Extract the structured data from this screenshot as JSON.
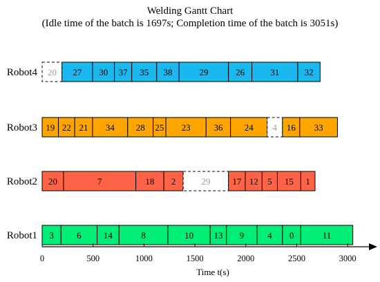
{
  "chart_data": {
    "type": "gantt",
    "title": "Welding Gantt Chart",
    "subtitle": "(Idle time of the batch is 1697s; Completion time of the batch is 3051s)",
    "xlabel": "Time t(s)",
    "xlim": [
      0,
      3250
    ],
    "xticks": [
      0,
      500,
      1000,
      1500,
      2000,
      2500,
      3000
    ],
    "rows": [
      {
        "name": "Robot4",
        "color": "#1ab8ef",
        "tasks": [
          {
            "label": "20",
            "start": 0,
            "end": 195,
            "idle": true
          },
          {
            "label": "27",
            "start": 195,
            "end": 495
          },
          {
            "label": "30",
            "start": 495,
            "end": 710
          },
          {
            "label": "37",
            "start": 710,
            "end": 880
          },
          {
            "label": "35",
            "start": 880,
            "end": 1125
          },
          {
            "label": "38",
            "start": 1125,
            "end": 1345
          },
          {
            "label": "29",
            "start": 1345,
            "end": 1830
          },
          {
            "label": "26",
            "start": 1830,
            "end": 2060
          },
          {
            "label": "31",
            "start": 2060,
            "end": 2510
          },
          {
            "label": "32",
            "start": 2510,
            "end": 2730
          }
        ]
      },
      {
        "name": "Robot3",
        "color": "#ffa500",
        "tasks": [
          {
            "label": "19",
            "start": 0,
            "end": 160
          },
          {
            "label": "22",
            "start": 160,
            "end": 320
          },
          {
            "label": "21",
            "start": 320,
            "end": 495
          },
          {
            "label": "34",
            "start": 495,
            "end": 840
          },
          {
            "label": "28",
            "start": 840,
            "end": 1090
          },
          {
            "label": "25",
            "start": 1090,
            "end": 1215
          },
          {
            "label": "23",
            "start": 1215,
            "end": 1610
          },
          {
            "label": "36",
            "start": 1610,
            "end": 1850
          },
          {
            "label": "24",
            "start": 1850,
            "end": 2210
          },
          {
            "label": "4",
            "start": 2210,
            "end": 2360,
            "idle": true
          },
          {
            "label": "16",
            "start": 2360,
            "end": 2530
          },
          {
            "label": "33",
            "start": 2530,
            "end": 2900
          }
        ]
      },
      {
        "name": "Robot2",
        "color": "#ff6347",
        "tasks": [
          {
            "label": "20",
            "start": 0,
            "end": 210
          },
          {
            "label": "7",
            "start": 210,
            "end": 920
          },
          {
            "label": "18",
            "start": 920,
            "end": 1195
          },
          {
            "label": "2",
            "start": 1195,
            "end": 1385
          },
          {
            "label": "29",
            "start": 1385,
            "end": 1830,
            "idle": true
          },
          {
            "label": "17",
            "start": 1830,
            "end": 1995
          },
          {
            "label": "12",
            "start": 1995,
            "end": 2160
          },
          {
            "label": "5",
            "start": 2160,
            "end": 2310
          },
          {
            "label": "15",
            "start": 2310,
            "end": 2540
          },
          {
            "label": "1",
            "start": 2540,
            "end": 2680
          }
        ]
      },
      {
        "name": "Robot1",
        "color": "#00ee76",
        "tasks": [
          {
            "label": "3",
            "start": 0,
            "end": 185
          },
          {
            "label": "6",
            "start": 185,
            "end": 540
          },
          {
            "label": "14",
            "start": 540,
            "end": 755
          },
          {
            "label": "8",
            "start": 755,
            "end": 1235
          },
          {
            "label": "10",
            "start": 1235,
            "end": 1650
          },
          {
            "label": "13",
            "start": 1650,
            "end": 1810
          },
          {
            "label": "9",
            "start": 1810,
            "end": 2110
          },
          {
            "label": "4",
            "start": 2110,
            "end": 2360
          },
          {
            "label": "0",
            "start": 2360,
            "end": 2540
          },
          {
            "label": "11",
            "start": 2540,
            "end": 3051
          }
        ]
      }
    ]
  }
}
